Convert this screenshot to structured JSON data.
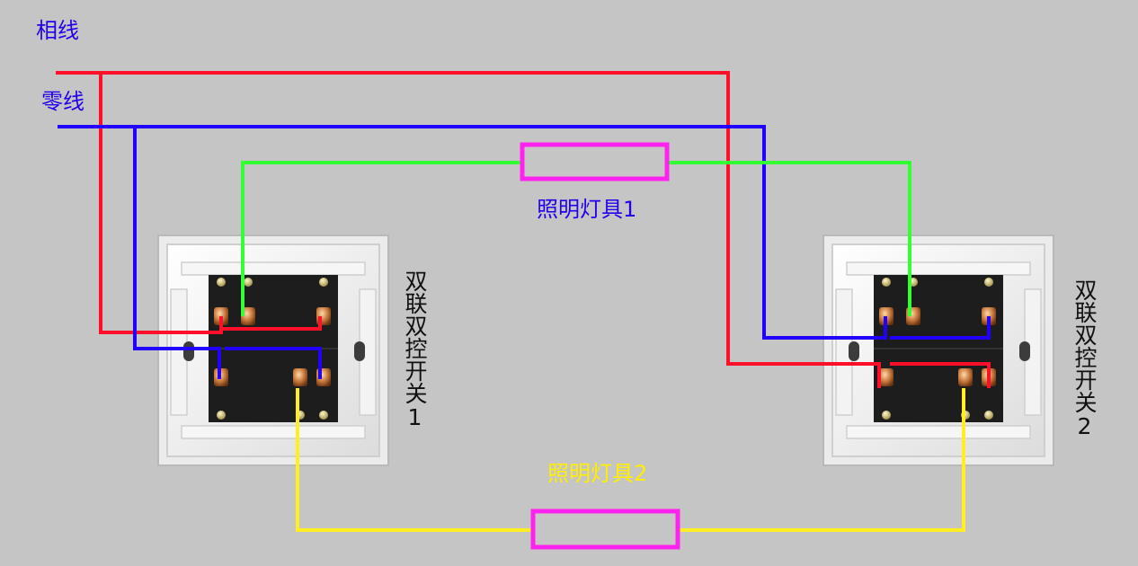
{
  "labels": {
    "phase_line": "相线",
    "neutral_line": "零线",
    "lamp1": "照明灯具1",
    "lamp2": "照明灯具2",
    "switch1": "双联双控开关1",
    "switch2": "双联双控开关2"
  },
  "colors": {
    "background": "#c5c5c5",
    "phase_wire": "#ff0f2a",
    "neutral_wire": "#2200ff",
    "lamp1_wire": "#33ff33",
    "lamp2_wire": "#ffee22",
    "lamp_box": "#ff22ee",
    "label_blue": "#2200ee",
    "label_yellow": "#ffee00"
  }
}
